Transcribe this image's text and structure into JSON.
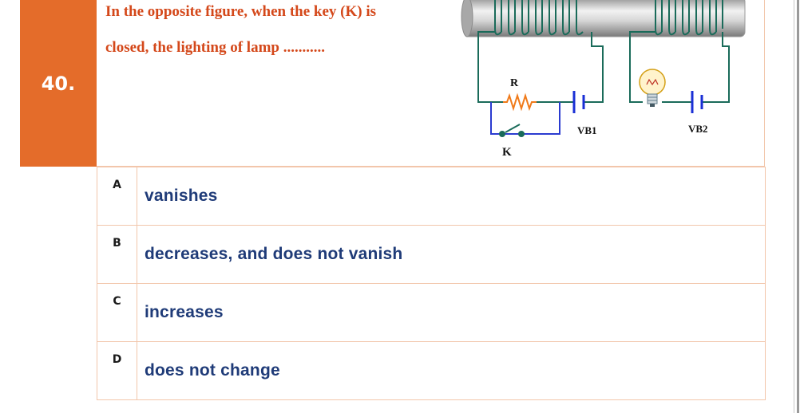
{
  "question": {
    "number": "40.",
    "line1": "In the opposite figure,   when the key (K) is",
    "line2": "closed, the lighting of lamp ..........."
  },
  "figure": {
    "resistor_label": "R",
    "key_label": "K",
    "battery1_label": "VB1",
    "battery2_label": "VB2"
  },
  "options": [
    {
      "letter": "A",
      "text": "vanishes"
    },
    {
      "letter": "B",
      "text": "decreases, and does not vanish"
    },
    {
      "letter": "C",
      "text": "increases"
    },
    {
      "letter": "D",
      "text": "does not change"
    }
  ],
  "colors": {
    "accent": "#e46c2a",
    "question_text": "#d4481a",
    "option_text": "#1f3b78",
    "border": "#f2c6ab",
    "wire": "#1a6b5a",
    "battery": "#1a2fd6",
    "resistor": "#f07a1a"
  }
}
